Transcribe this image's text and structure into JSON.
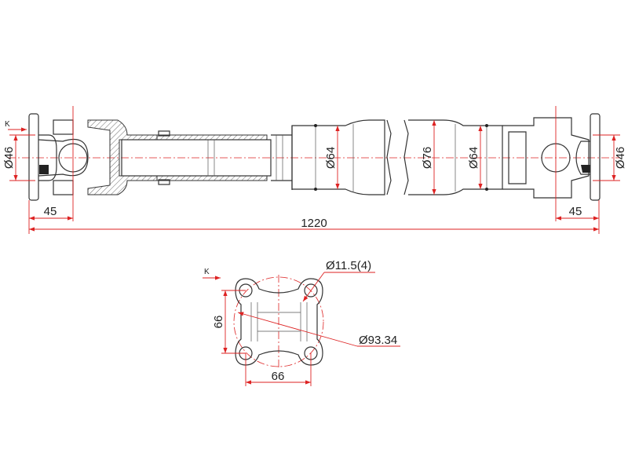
{
  "view_label": "K",
  "side_view": {
    "flange_diameter_left": "Ø46",
    "flange_diameter_right": "Ø46",
    "offset_left": "45",
    "offset_right": "45",
    "total_length": "1220",
    "tube_diameter_left": "Ø64",
    "tube_diameter_mid": "Ø76",
    "tube_diameter_right": "Ø64"
  },
  "flange_view": {
    "view_label": "K",
    "bolt_hole": "Ø11.5(4)",
    "bolt_spacing_vertical": "66",
    "bolt_spacing_horizontal": "66",
    "pitch_circle": "Ø93.34"
  },
  "colors": {
    "dimension": "#dd2222",
    "outline": "#333333"
  }
}
